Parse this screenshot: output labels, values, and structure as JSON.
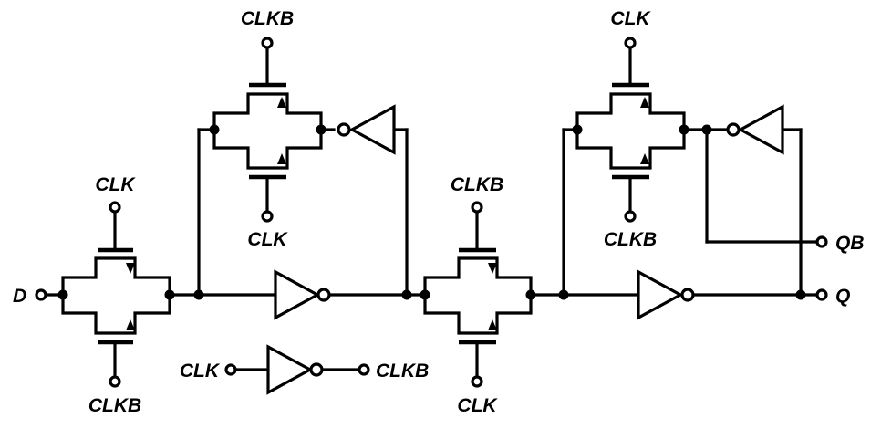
{
  "labels": {
    "d": "D",
    "q": "Q",
    "qb": "QB",
    "tg1_top": "CLK",
    "tg1_bottom": "CLKB",
    "tg2_top": "CLKB",
    "tg2_bottom": "CLK",
    "tg3_top": "CLKB",
    "tg3_bottom": "CLK",
    "tg4_top": "CLK",
    "tg4_bottom": "CLKB",
    "clk_inverter_in": "CLK",
    "clk_inverter_out": "CLKB"
  }
}
